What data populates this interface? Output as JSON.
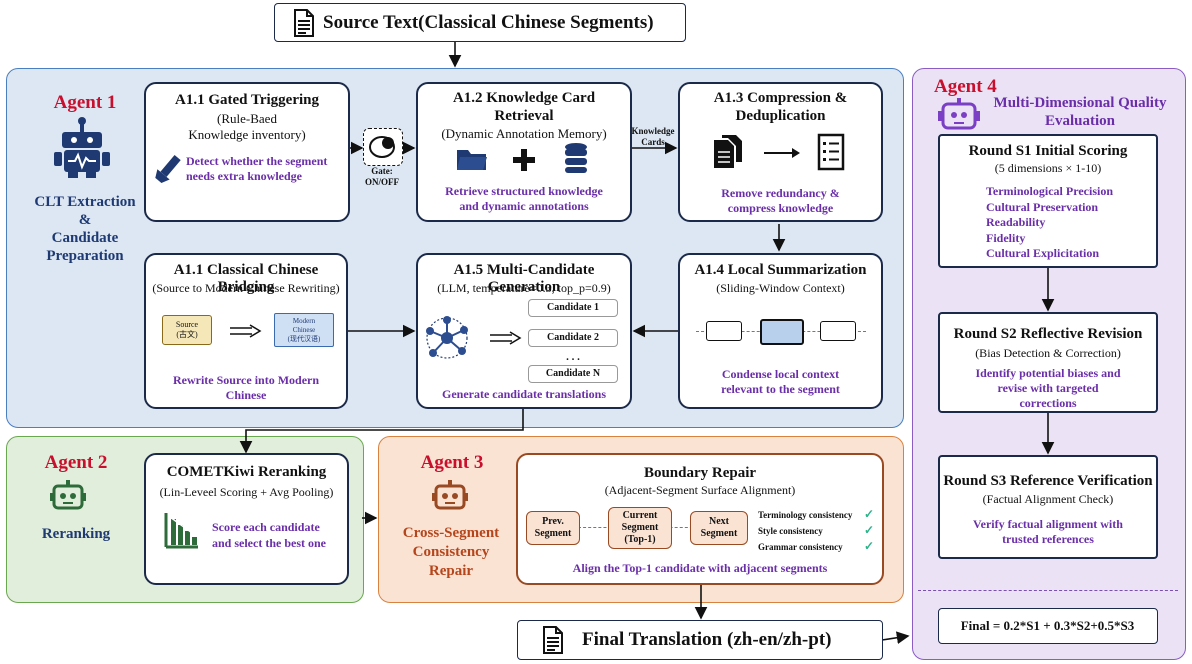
{
  "source": {
    "title": "Source Text(Classical Chinese Segments)"
  },
  "final": {
    "title": "Final Translation (zh-en/zh-pt)"
  },
  "agent1": {
    "label": "Agent 1",
    "role": [
      "CLT Extraction",
      "&",
      "Candidate",
      "Preparation"
    ],
    "a11_gate": {
      "title": "A1.1 Gated Triggering",
      "sub1": "(Rule-Baed",
      "sub2": "Knowledge inventory)",
      "desc1": "Detect whether the segment",
      "desc2": "needs extra knowledge"
    },
    "gate": {
      "label1": "Gate:",
      "label2": "ON/OFF"
    },
    "a12": {
      "title1": "A1.2 Knowledge Card",
      "title2": "Retrieval",
      "sub": "(Dynamic Annotation Memory)",
      "desc1": "Retrieve structured knowledge",
      "desc2": "and dynamic annotations"
    },
    "knowledge_cards": {
      "l1": "Knowledge",
      "l2": "Cards"
    },
    "a13": {
      "title1": "A1.3 Compression &",
      "title2": "Deduplication",
      "desc1": "Remove redundancy &",
      "desc2": "compress knowledge"
    },
    "a11_bridge": {
      "title": "A1.1 Classical Chinese Bridging",
      "sub": "(Source to Modern Chinese Rewriting)",
      "source_l1": "Source",
      "source_l2": "(古文)",
      "modern_l1": "Modern",
      "modern_l2": "Chinese",
      "modern_l3": "(现代汉语)",
      "desc1": "Rewrite Source into Modern",
      "desc2": "Chinese"
    },
    "a15": {
      "title": "A1.5 Multi-Candidate Generation",
      "sub": "(LLM, temperature=0.3, top_p=0.9)",
      "candidates": [
        "Candidate 1",
        "Candidate 2",
        "Candidate N"
      ],
      "ellipsis": ". . .",
      "desc": "Generate candidate translations"
    },
    "a14": {
      "title": "A1.4 Local Summarization",
      "sub": "(Sliding-Window Context)",
      "desc1": "Condense local context",
      "desc2": "relevant to the segment"
    }
  },
  "agent2": {
    "label": "Agent 2",
    "role": "Reranking",
    "box": {
      "title": "COMETKiwi Reranking",
      "sub": "(Lin-Leveel Scoring + Avg Pooling)",
      "desc1": "Score each candidate",
      "desc2": "and select the best one"
    }
  },
  "agent3": {
    "label": "Agent 3",
    "role": [
      "Cross-Segment",
      "Consistency",
      "Repair"
    ],
    "box": {
      "title": "Boundary Repair",
      "sub": "(Adjacent-Segment Surface Alignment)",
      "prev1": "Prev.",
      "prev2": "Segment",
      "cur1": "Current",
      "cur2": "Segment",
      "cur3": "(Top-1)",
      "next1": "Next",
      "next2": "Segment",
      "checks": [
        "Terminology consistency",
        "Style consistency",
        "Grammar consistency"
      ],
      "check_mark": "✓",
      "desc": "Align the Top-1 candidate with adjacent segments"
    }
  },
  "agent4": {
    "label": "Agent 4",
    "title1": "Multi-Dimensional Quality",
    "title2": "Evaluation",
    "s1": {
      "title": "Round S1 Initial Scoring",
      "sub": "(5 dimensions × 1-10)",
      "dims": [
        "Terminological Precision",
        "Cultural Preservation",
        "Readability",
        "Fidelity",
        "Cultural Explicitation"
      ]
    },
    "s2": {
      "title": "Round S2 Reflective Revision",
      "sub": "(Bias Detection & Correction)",
      "desc1": "Identify potential biases and",
      "desc2": "revise with targeted",
      "desc3": "corrections"
    },
    "s3": {
      "title": "Round S3 Reference Verification",
      "sub": "(Factual Alignment Check)",
      "desc1": "Verify factual alignment with",
      "desc2": "trusted references"
    },
    "final_formula": "Final = 0.2*S1 + 0.3*S2+0.5*S3"
  },
  "colors": {
    "agent1_bg": "#dce7f3",
    "agent2_bg": "#e1eedb",
    "agent3_bg": "#fbe3d4",
    "agent4_bg": "#ebe3f5",
    "purple": "#6a2ea8",
    "red": "#c8102e",
    "navy": "#1f3a73"
  }
}
